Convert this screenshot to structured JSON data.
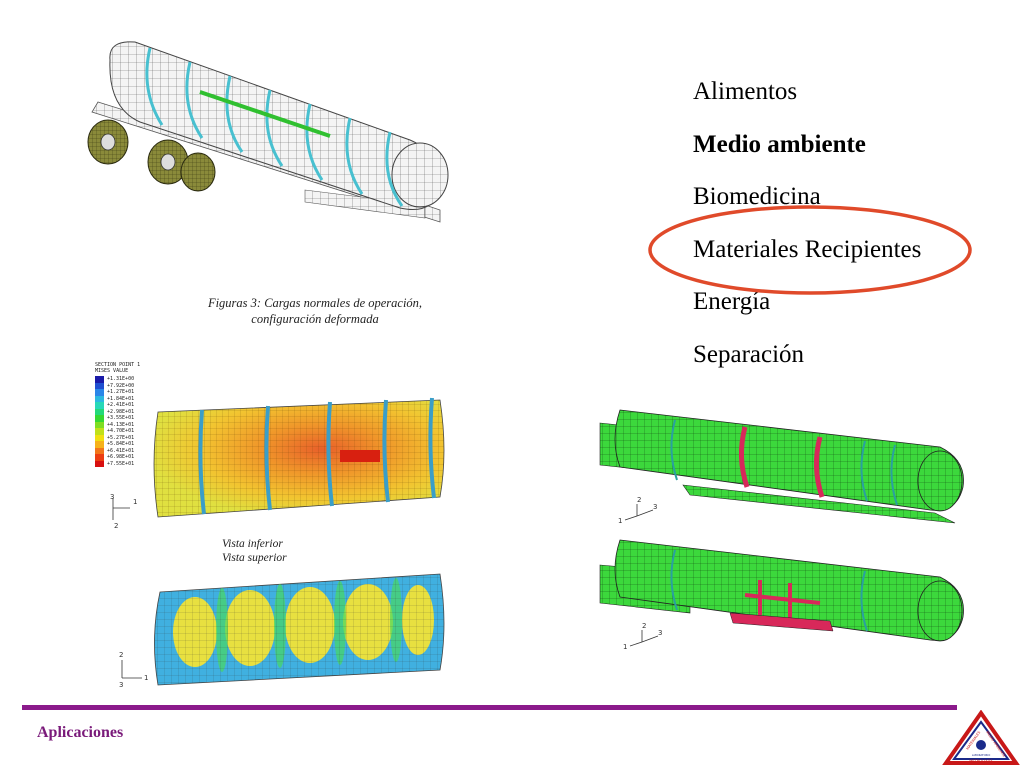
{
  "menu": {
    "items": [
      {
        "label": "Alimentos",
        "bold": false
      },
      {
        "label": "Medio ambiente",
        "bold": true
      },
      {
        "label": "Biomedicina",
        "bold": false
      },
      {
        "label": "Materiales Recipientes",
        "bold": false
      },
      {
        "label": "Energía",
        "bold": false
      },
      {
        "label": "Separación",
        "bold": false
      }
    ]
  },
  "figure_top": {
    "caption_line1": "Figuras 3: Cargas normales de operación,",
    "caption_line2": "configuración deformada"
  },
  "figure_left": {
    "view_label_1": "Vista inferior",
    "view_label_2": "Vista superior",
    "legend_header_1": "SECTION POINT 1",
    "legend_header_2": "MISES    VALUE",
    "legend_values": [
      "+1.31E+00",
      "+7.92E+00",
      "+1.27E+01",
      "+1.84E+01",
      "+2.41E+01",
      "+2.98E+01",
      "+3.55E+01",
      "+4.13E+01",
      "+4.70E+01",
      "+5.27E+01",
      "+5.84E+01",
      "+6.41E+01",
      "+6.98E+01",
      "+7.55E+01"
    ],
    "legend_colors": [
      "#1a1aa8",
      "#1f4fd1",
      "#2a86e8",
      "#2bb8e0",
      "#27d8b8",
      "#23d97a",
      "#35d832",
      "#7ede22",
      "#c0e01a",
      "#f0e010",
      "#f6b21a",
      "#f2761a",
      "#ec3e12",
      "#d81010"
    ],
    "axis_labels": [
      "3",
      "1",
      "2"
    ],
    "axis_labels_bottom": [
      "2",
      "3",
      "1"
    ]
  },
  "figure_right": {
    "axis_labels_top": [
      "2",
      "3",
      "1"
    ],
    "axis_labels_bottom": [
      "2",
      "3",
      "1"
    ]
  },
  "footer": {
    "label": "Aplicaciones",
    "logo_text_left": "MATERIALES",
    "logo_text_right": "MEDIO AMBIENTE",
    "logo_text_bottom": "METROLOGÍA",
    "logo_text_center": "LABORATORIO"
  },
  "colors": {
    "accent": "#8B1A8B",
    "highlight_ellipse": "#e04a2a",
    "mesh_green": "#3cd83c",
    "mesh_red": "#d8285a",
    "mesh_cyan": "#48c0d0"
  }
}
